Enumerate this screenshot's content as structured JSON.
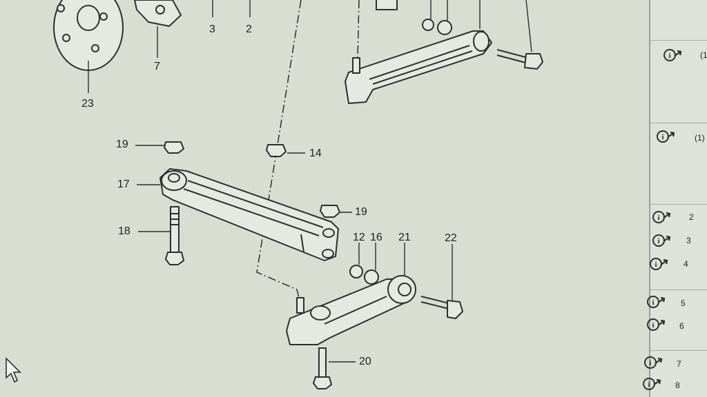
{
  "diagram": {
    "callouts": {
      "c23": "23",
      "c7": "7",
      "c3": "3",
      "c2": "2",
      "c19a": "19",
      "c14": "14",
      "c17": "17",
      "c19b": "19",
      "c18": "18",
      "c12": "12",
      "c16": "16",
      "c21": "21",
      "c22": "22",
      "c20": "20"
    }
  },
  "panel": {
    "rows": [
      {
        "icon": "info-link-icon",
        "label": "(1"
      },
      {
        "icon": "info-link-icon",
        "label": "(1)"
      },
      {
        "icon": "info-link-icon",
        "label": "2"
      },
      {
        "icon": "info-link-icon",
        "label": "3"
      },
      {
        "icon": "info-link-icon",
        "label": "4"
      },
      {
        "icon": "info-link-icon",
        "label": "5"
      },
      {
        "icon": "info-link-icon",
        "label": "6"
      },
      {
        "icon": "info-link-icon",
        "label": "7"
      },
      {
        "icon": "info-link-icon",
        "label": "8"
      }
    ]
  },
  "colors": {
    "background": "#d9ddd2",
    "ink": "#2c2f2b",
    "panel": "#dfe2d8"
  },
  "cursor": {
    "icon": "mouse-pointer-icon"
  }
}
